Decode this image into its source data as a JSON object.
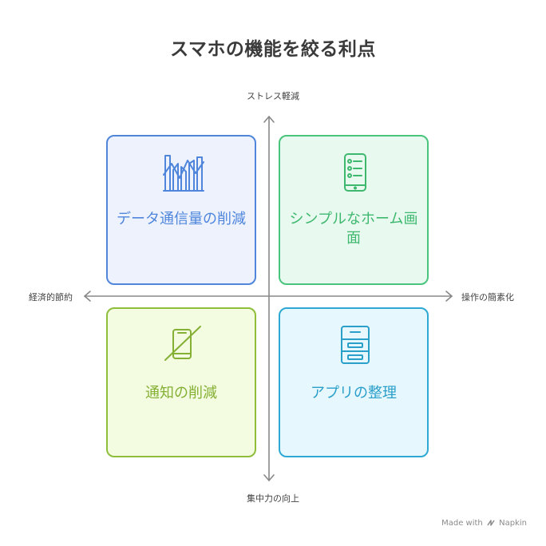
{
  "title": "スマホの機能を絞る利点",
  "axes": {
    "top": "ストレス軽減",
    "bottom": "集中力の向上",
    "left": "経済的節約",
    "right": "操作の簡素化"
  },
  "quadrants": {
    "top_left": {
      "label": "データ通信量の削減",
      "icon": "chart-cut-icon",
      "color": "#4f86dc"
    },
    "top_right": {
      "label": "シンプルなホーム画面",
      "icon": "phone-list-icon",
      "color": "#3fb86f"
    },
    "bottom_left": {
      "label": "通知の削減",
      "icon": "phone-off-icon",
      "color": "#84b034"
    },
    "bottom_right": {
      "label": "アプリの整理",
      "icon": "cabinet-icon",
      "color": "#2a9fca"
    }
  },
  "credit": {
    "prefix": "Made with",
    "brand": "Napkin"
  }
}
